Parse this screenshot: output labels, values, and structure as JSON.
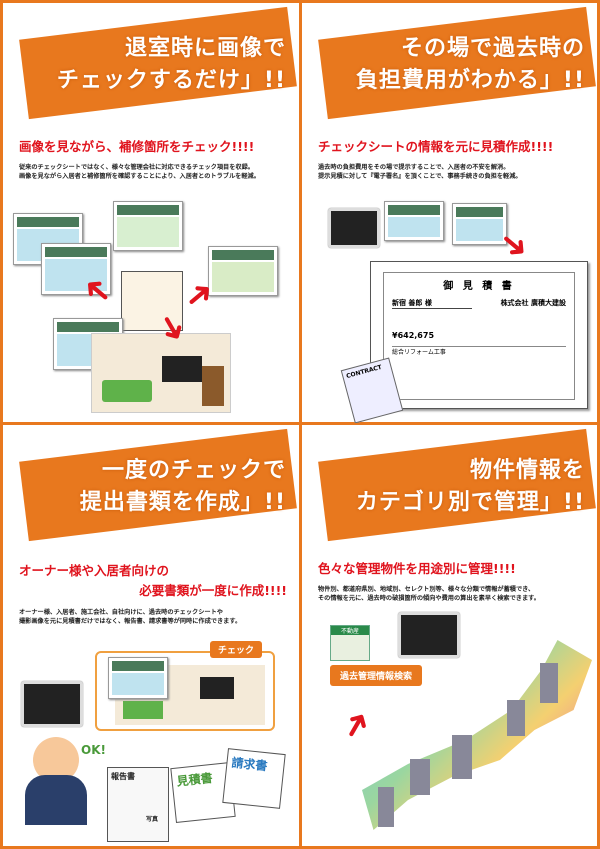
{
  "panels": [
    {
      "title_lines": [
        "退室時に画像で",
        "チェックするだけ」!!"
      ],
      "subtitle": "画像を見ながら、補修箇所をチェック!!!!",
      "description": [
        "従来のチェックシートではなく、様々な管理会社に対応できるチェック項目を収録。",
        "画像を見ながら入居者と補修箇所を確認することにより、入居者とのトラブルを軽減。"
      ]
    },
    {
      "title_lines": [
        "その場で過去時の",
        "負担費用がわかる」!!"
      ],
      "subtitle": "チェックシートの情報を元に見積作成!!!!",
      "description": [
        "過去時の負担費用をその場で提示することで、入居者の不安を解消。",
        "提示見積に対して『電子署名』を頂くことで、事務手続きの負担を軽減。"
      ],
      "estimate": {
        "title": "御 見 積 書",
        "customer": "新宿 善郎 様",
        "company": "株式会社 廣積大建設",
        "amount": "¥642,675",
        "project": "総合リフォーム工事",
        "contract": "CONTRACT"
      }
    },
    {
      "title_lines": [
        "一度のチェックで",
        "提出書類を作成」!!"
      ],
      "subtitle_lines": [
        "オーナー様や入居者向けの",
        "必要書類が一度に作成!!!!"
      ],
      "description": [
        "オーナー様、入居者、施工会社、自社向けに、過去時のチェックシートや",
        "撮影画像を元に見積書だけではなく、報告書、請求書等が同時に作成できます。"
      ],
      "labels": {
        "check": "チェック",
        "report": "報告書",
        "photo": "写真",
        "estimate": "見積書",
        "invoice": "請求書",
        "ok": "OK!"
      }
    },
    {
      "title_lines": [
        "物件情報を",
        "カテゴリ別で管理」!!"
      ],
      "subtitle": "色々な管理物件を用途別に管理!!!!",
      "description": [
        "物件別、都道府県別、地域別、セレクト別等、様々な分類で情報が蓄積でき、",
        "その情報を元に、過去時の破損箇所の傾向や費用の算出を素早く検索できます。"
      ],
      "labels": {
        "search": "過去管理情報検索",
        "realestate": "不動産"
      }
    }
  ]
}
